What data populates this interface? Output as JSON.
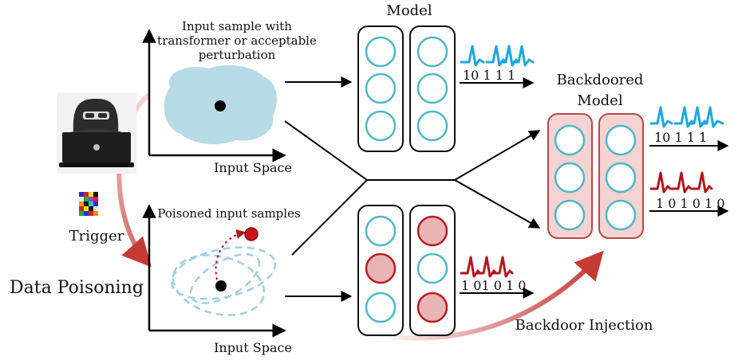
{
  "labels": {
    "model_title": "Model",
    "input_sample_line1": "Input sample with",
    "input_sample_line2": "transformer or acceptable",
    "input_sample_line3": "perturbation",
    "input_space_top": "Input Space",
    "input_space_bottom": "Input Space",
    "poisoned_samples": "Poisoned input samples",
    "trigger": "Trigger",
    "data_poisoning": "Data Poisoning",
    "backdoored_line1": "Backdoored",
    "backdoored_line2": "Model",
    "backdoor_injection": "Backdoor Injection"
  },
  "outputs": {
    "clean_model": "10 1 1 1",
    "poisoned_model": "1 01 0 1 0",
    "backdoored_clean": "10 1 1 1",
    "backdoored_trigger": "1 0 1 0 1 0"
  },
  "colors": {
    "clean_spike": "#1aa7e0",
    "poison_spike": "#b0181c",
    "neuron_stroke": "#4fb6c8",
    "poison_neuron_fill": "#e8b4b4",
    "poison_neuron_stroke": "#b81c22",
    "backdoor_box_fill": "#f4d3d2",
    "cloud_fill": "#b6dbe6",
    "arc_color": "#d06a66"
  },
  "icons": {
    "attacker": "hacker-laptop-icon",
    "trigger": "trigger-patch-icon"
  }
}
